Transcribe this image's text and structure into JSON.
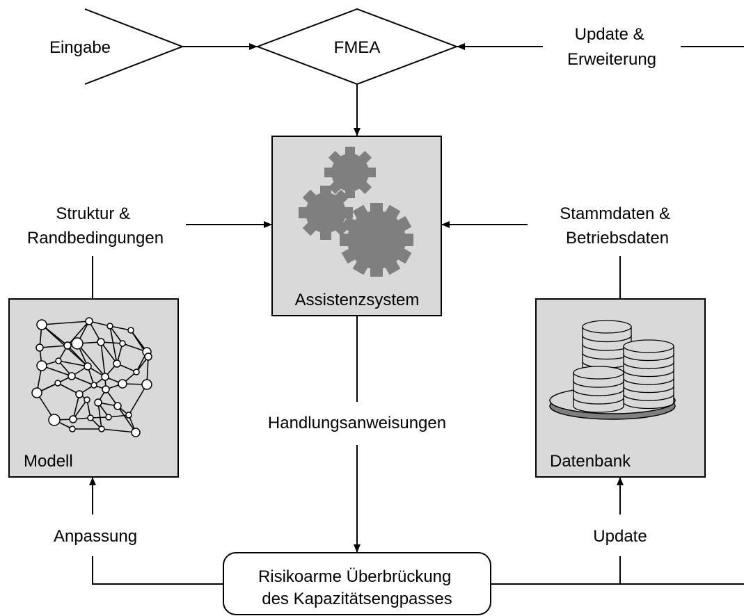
{
  "nodes": {
    "input": "Eingabe",
    "fmea": "FMEA",
    "update_extension": [
      "Update &",
      "Erweiterung"
    ],
    "structure": [
      "Struktur &",
      "Randbedingungen"
    ],
    "master_data": [
      "Stammdaten &",
      "Betriebsdaten"
    ],
    "assistant": "Assistenzsystem",
    "model": "Modell",
    "database": "Datenbank",
    "instructions": "Handlungsanweisungen",
    "adaptation": "Anpassung",
    "update": "Update",
    "result": [
      "Risikoarme Überbrückung",
      "des Kapazitätsengpasses"
    ]
  },
  "colors": {
    "box_fill": "#d9d9d9",
    "gear_fill": "#7f7f7f",
    "line": "#000000",
    "disk_fill": "#d9d9d9",
    "disk_side": "#7f7f7f"
  },
  "icons": {
    "assistant": "gears-icon",
    "model": "network-graph-icon",
    "database": "coin-stack-database-icon"
  }
}
